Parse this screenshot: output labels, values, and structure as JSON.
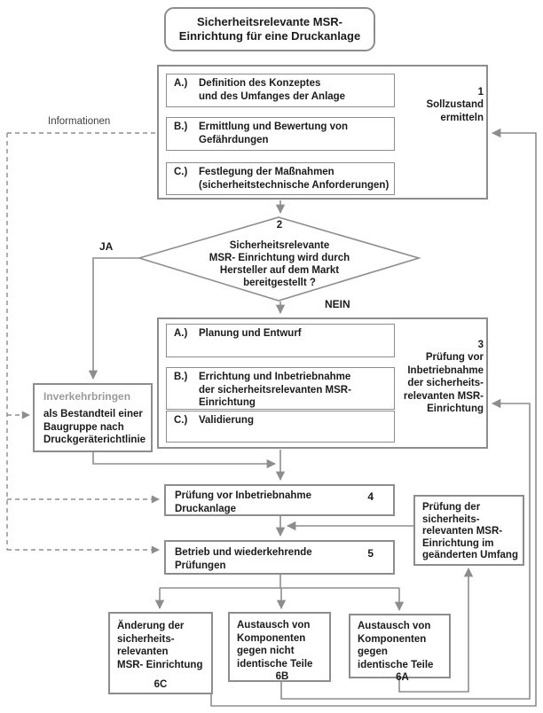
{
  "colors": {
    "line_gray": "#8d8d8d",
    "text_black": "#1b1b1b",
    "muted_gray": "#9b9b9b",
    "background": "#ffffff"
  },
  "title": {
    "lines": [
      "Sicherheitsrelevante  MSR-",
      "Einrichtung  für  eine  Druckanlage"
    ]
  },
  "informationen_label": "Informationen",
  "phase1": {
    "number": "1",
    "side_label": [
      "Sollzustand",
      "ermitteln"
    ],
    "steps": [
      {
        "label": "A.)",
        "text": [
          "Definition des Konzeptes",
          "und des Umfanges der Anlage"
        ]
      },
      {
        "label": "B.)",
        "text": [
          "Ermittlung und Bewertung von",
          "Gefährdungen"
        ]
      },
      {
        "label": "C.)",
        "text": [
          "Festlegung der Maßnahmen",
          "(sicherheitstechnische Anforderungen)"
        ]
      }
    ]
  },
  "decision": {
    "number": "2",
    "text": [
      "Sicherheitsrelevante",
      "MSR- Einrichtung wird durch",
      "Hersteller auf dem Markt",
      "bereitgestellt ?"
    ],
    "yes_label": "JA",
    "no_label": "NEIN"
  },
  "phase3": {
    "number": "3",
    "side_label": [
      "Prüfung vor",
      "Inbetriebnahme",
      "der sicherheits-",
      "relevanten MSR-",
      "Einrichtung"
    ],
    "steps": [
      {
        "label": "A.)",
        "text": [
          "Planung und Entwurf"
        ]
      },
      {
        "label": "B.)",
        "text": [
          "Errichtung und Inbetriebnahme",
          "der sicherheitsrelevanten MSR-",
          "Einrichtung"
        ]
      },
      {
        "label": "C.)",
        "text": [
          "Validierung"
        ]
      }
    ]
  },
  "inverkehrbringen": {
    "title": "Inverkehrbringen",
    "text": [
      "als Bestandteil einer",
      "Baugruppe nach",
      "Druckgeräterichtlinie"
    ]
  },
  "box4": {
    "number": "4",
    "text": [
      "Prüfung vor Inbetriebnahme",
      "Druckanlage"
    ]
  },
  "box5": {
    "number": "5",
    "text": [
      "Betrieb und wiederkehrende",
      "Prüfungen"
    ]
  },
  "box_changed_scope": {
    "text": [
      "Prüfung der",
      "sicherheits-",
      "relevanten MSR-",
      "Einrichtung im",
      "geänderten Umfang"
    ]
  },
  "box6c": {
    "number": "6C",
    "text": [
      "Änderung der",
      "sicherheits-",
      "relevanten",
      "MSR- Einrichtung"
    ]
  },
  "box6b": {
    "number": "6B",
    "text": [
      "Austausch von",
      "Komponenten",
      "gegen nicht",
      "identische Teile"
    ]
  },
  "box6a": {
    "number": "6A",
    "text": [
      "Austausch von",
      "Komponenten",
      "gegen",
      "identische Teile"
    ]
  }
}
